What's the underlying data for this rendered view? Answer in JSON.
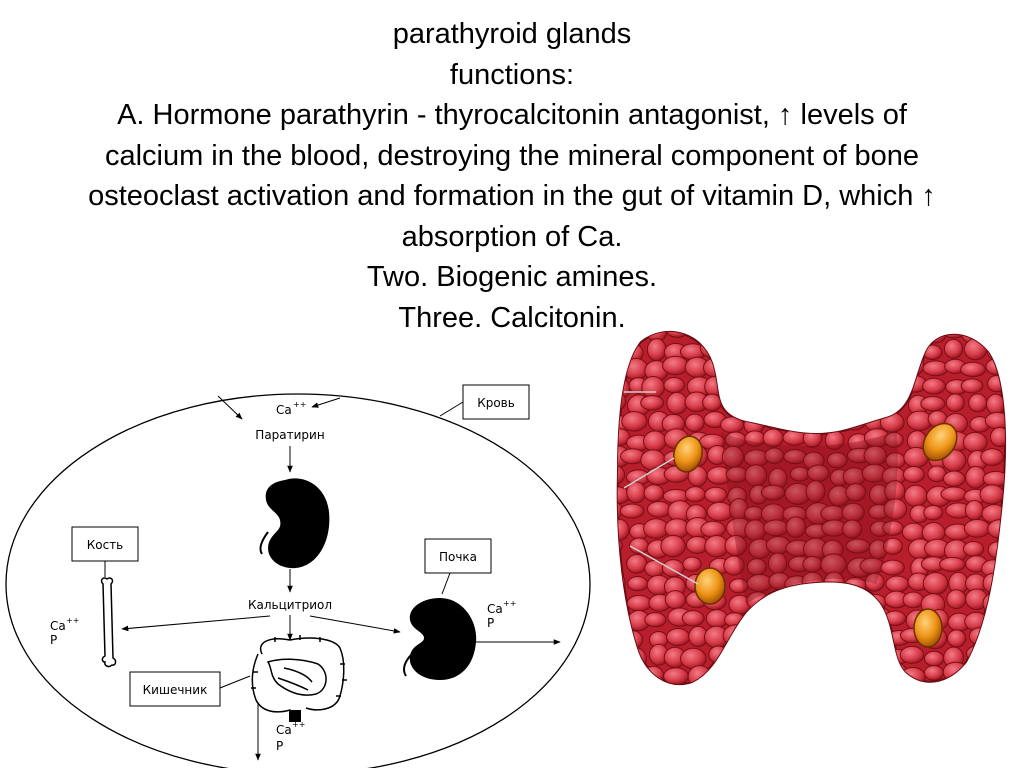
{
  "slide": {
    "title_lines": [
      "parathyroid glands",
      "functions:",
      "A. Hormone parathyrin - thyrocalcitonin antagonist, ↑ levels of",
      "calcium in the blood, destroying the mineral component of bone",
      "osteoclast activation and formation in the gut of vitamin D, which ↑",
      "absorption of Ca.",
      "Two. Biogenic amines.",
      "Three. Calcitonin."
    ]
  },
  "diagram": {
    "blood_box": "Кровь",
    "bone_box": "Кость",
    "kidney_box": "Почка",
    "intestine_box": "Кишечник",
    "parathyrin": "Паратирин",
    "calcitriol": "Кальцитриол",
    "ca": "Ca",
    "p": "P",
    "charge": "++"
  },
  "colors": {
    "gland_base": "#c0202c",
    "gland_lobule": "#e5505e",
    "gland_dark": "#7a0e16",
    "parathyroid": "#e88a10",
    "ink": "#000000"
  },
  "icons": [
    "kidney-icon",
    "bone-icon",
    "intestine-icon",
    "arrow-icon"
  ]
}
